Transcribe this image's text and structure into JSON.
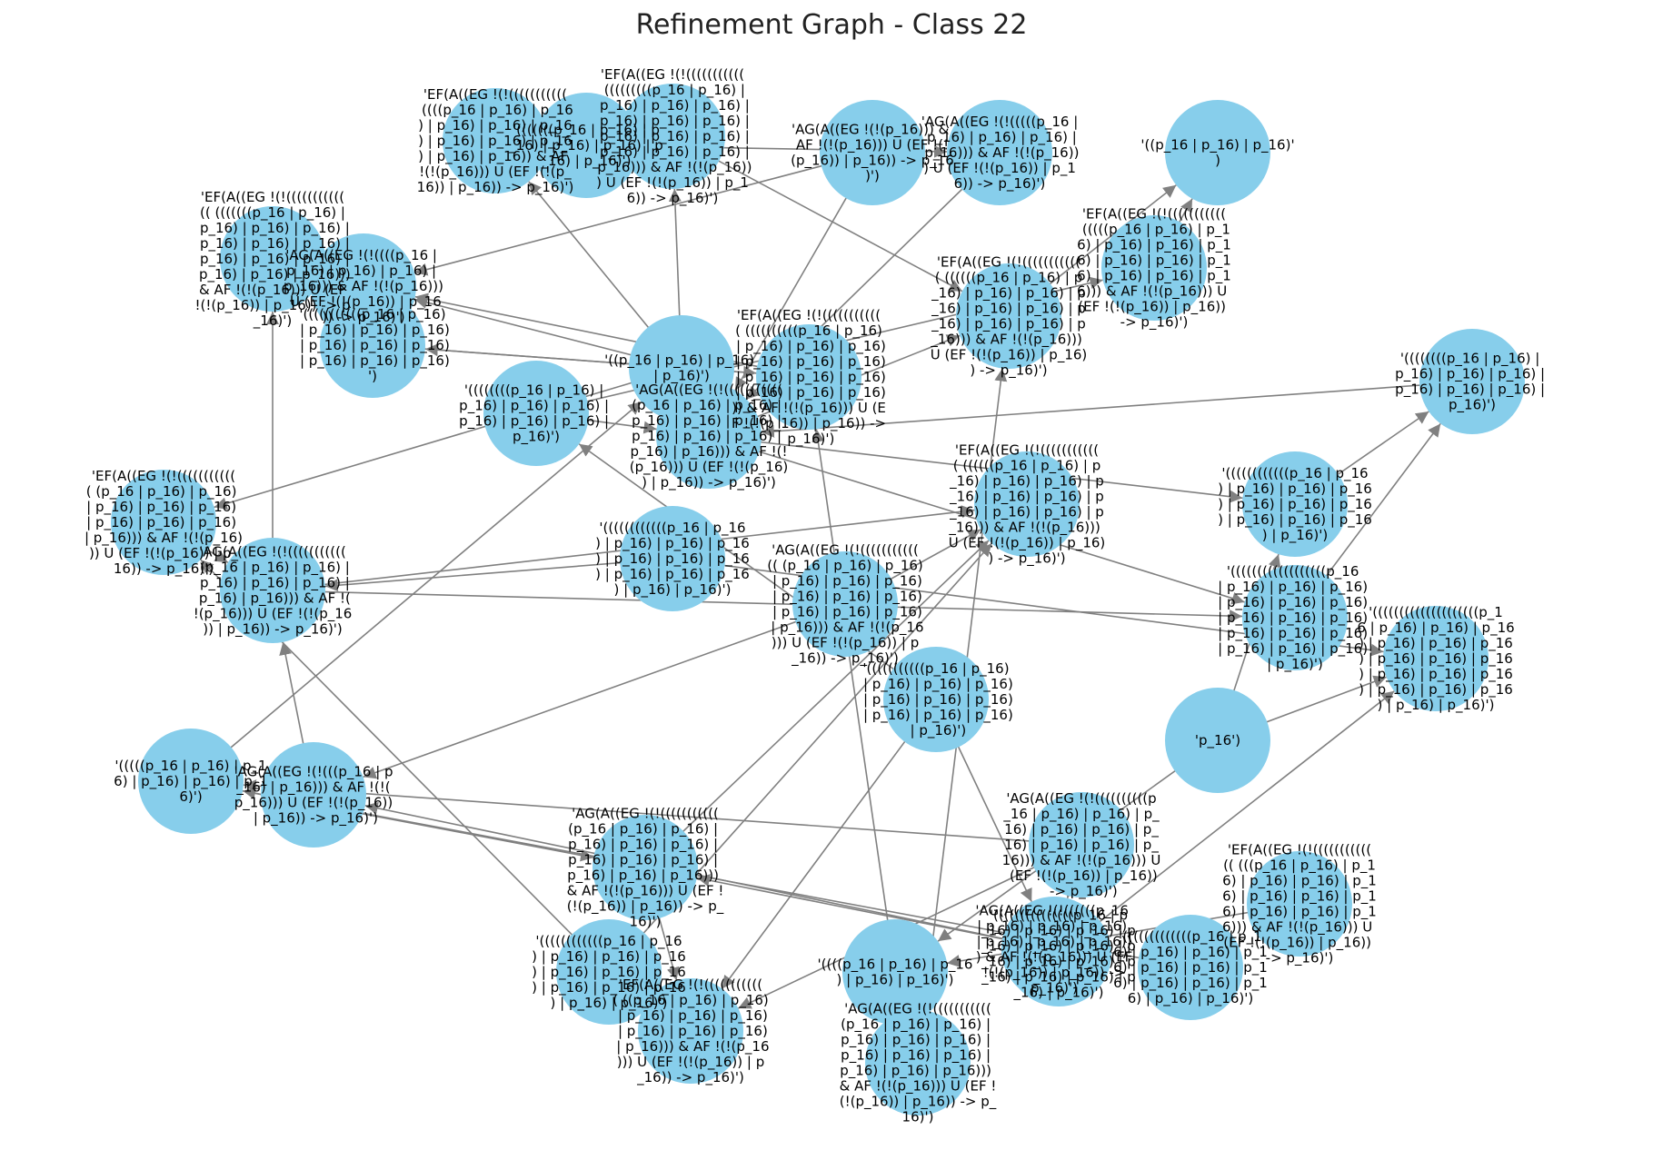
{
  "title": "Refinement Graph - Class 22",
  "style": {
    "node_color": "#87ceeb",
    "edge_color": "#808080",
    "label_color": "#000000"
  },
  "nodes": [
    {
      "id": "n_top_a",
      "label": "'EF(A((EG !(!((((((((((( ((((p_16 | p_16) | p_16) | p_16) | p_16) | p_16) | p_16) | p_16) | p_16) | p_16) | p_16)) & AF !(!(p_16))) U (EF !(!(p_16)) | p_16)) -> p_16)')"
    },
    {
      "id": "n_top_b",
      "label": "'EF(A((EG !(!((((((((((( (((((((((p_16 | p_16) | p_16) | p_16) | p_16) | p_16) | p_16) | p_16) | p_16) | p_16) | p_16) | p_16) | p_16) | p_16) | p_16))) & AF !(!(p_16))) U (EF !(!(p_16)) | p_16)) -> p_16)')"
    },
    {
      "id": "n_top_c",
      "label": "'(((((((p_16 | p_16) | p_16) | p_16) | p_16) | p_16) | p_16)')"
    },
    {
      "id": "n_top_d",
      "label": "'AG(A((EG !(!(p_16))) & AF !(!(p_16))) U (EF !(!(p_16)) | p_16)) -> p_16)')"
    },
    {
      "id": "n_top_e",
      "label": "'AG(A((EG !(!(((((p_16 | p_16) | p_16) | p_16) | p_16))) & AF !(!(p_16))) U (EF !(!(p_16)) | p_16)) -> p_16)')"
    },
    {
      "id": "n_top_f",
      "label": "'((p_16 | p_16) | p_16)')"
    },
    {
      "id": "n_left_a",
      "label": "'EF(A((EG !(!((((((((((((( (((((((p_16 | p_16) | p_16) | p_16) | p_16) | p_16) | p_16) | p_16) | p_16) | p_16) | p_16) | p_16) | p_16) | p_16))) & AF !(!(p_16))) U (EF !(!(p_16)) | p_16)) -> p_16)')"
    },
    {
      "id": "n_left_b",
      "label": "'AG(A((EG !(!((((p_16 | p_16) | p_16) | p_16) | p_16))) & AF !(!(p_16))) U (EF !(!(p_16)) | p_16)) -> p_16)')"
    },
    {
      "id": "n_mid_a",
      "label": "'((p_16 | p_16) | p_16) | p_16)')"
    },
    {
      "id": "n_mid_b",
      "label": "'EF(A((EG !(!(((((((((((( ((((((p_16 | p_16) | p_16) | p_16) | p_16) | p_16) | p_16) | p_16) | p_16) | p_16) | p_16) | p_16))) & AF !(!(p_16))) U (EF !(!(p_16)) | p_16)) -> p_16)')"
    },
    {
      "id": "n_mid_c",
      "label": "'((((((((p_16 | p_16) | p_16) | p_16) | p_16) | p_16) | p_16) | p_16) | p_16)')"
    },
    {
      "id": "n_mid_d",
      "label": "'EF(A((EG !(!(((((((((((( ((((((((((p_16 | p_16) | p_16) | p_16) | p_16) | p_16) | p_16) | p_16) | p_16) | p_16) | p_16) | p_16) | p_16) | p_16))) & AF !(!(p_16))) U (EF !(!(p_16)) | p_16)) -> p_16)')"
    },
    {
      "id": "n_right_a",
      "label": "'EF(A((EG !(!((((((((((( (((((p_16 | p_16) | p_16) | p_16) | p_16) | p_16) | p_16) | p_16) | p_16) | p_16) | p_16) | p_16))) & AF !(!(p_16))) U (EF !(!(p_16)) | p_16)) -> p_16)')"
    },
    {
      "id": "n_right_b",
      "label": "'((((((((p_16 | p_16) | p_16) | p_16) | p_16) | p_16) | p_16) | p_16) | p_16)')"
    },
    {
      "id": "n_left_c",
      "label": "'(((((((((((p_16 | p_16) | p_16) | p_16) | p_16) | p_16) | p_16) | p_16) | p_16) | p_16) | p_16)')"
    },
    {
      "id": "n_center",
      "label": "'AG(A((EG !(!((((((((((((p_16 | p_16) | p_16) | p_16) | p_16) | p_16) | p_16) | p_16) | p_16) | p_16) | p_16))) & AF !(!(p_16))) U (EF !(!(p_16)) | p_16)) -> p_16)')"
    },
    {
      "id": "n_far_left",
      "label": "'EF(A((EG !(!(((((((((((( (p_16 | p_16) | p_16) | p_16) | p_16) | p_16) | p_16) | p_16) | p_16) | p_16))) & AF !(!(p_16))) U (EF !(!(p_16)) | p_16)) -> p_16)')"
    },
    {
      "id": "n_left_d",
      "label": "'AG(A((EG !(!((((((((((( (p_16 | p_16) | p_16) | p_16) | p_16) | p_16) | p_16) | p_16))) & AF !(!(p_16))) U (EF !(!(p_16)) | p_16)) -> p_16)')"
    },
    {
      "id": "n_mid_e",
      "label": "'((((((((((((p_16 | p_16) | p_16) | p_16) | p_16) | p_16) | p_16) | p_16) | p_16) | p_16) | p_16) | p_16) | p_16)')"
    },
    {
      "id": "n_mid_f",
      "label": "'AG(A((EG !(!((((((((((((( (p_16 | p_16) | p_16) | p_16) | p_16) | p_16) | p_16) | p_16) | p_16) | p_16) | p_16) | p_16) | p_16))) & AF !(!(p_16))) U (EF !(!(p_16)) | p_16)) -> p_16)')"
    },
    {
      "id": "n_mid_g",
      "label": "'EF(A((EG !(!(((((((((((( ((((((p_16 | p_16) | p_16) | p_16) | p_16) | p_16) | p_16) | p_16) | p_16) | p_16) | p_16) | p_16))) & AF !(!(p_16))) U (EF !(!(p_16)) | p_16)) -> p_16)')"
    },
    {
      "id": "n_right_c",
      "label": "'((((((((((((p_16 | p_16) | p_16) | p_16) | p_16) | p_16) | p_16) | p_16) | p_16) | p_16) | p_16) | p_16)')"
    },
    {
      "id": "n_right_d",
      "label": "'((((((((((((((((((p_16 | p_16) | p_16) | p_16) | p_16) | p_16) | p_16) | p_16) | p_16) | p_16) | p_16) | p_16) | p_16) | p_16) | p_16) | p_16) | p_16)')"
    },
    {
      "id": "n_right_e",
      "label": "'((((((((((((((((((((p_16 | p_16) | p_16) | p_16) | p_16) | p_16) | p_16) | p_16) | p_16) | p_16) | p_16) | p_16) | p_16) | p_16) | p_16) | p_16) | p_16) | p_16)')"
    },
    {
      "id": "n_center_low",
      "label": "'(((((((((((p_16 | p_16) | p_16) | p_16) | p_16) | p_16) | p_16) | p_16) | p_16) | p_16) | p_16) | p_16)')"
    },
    {
      "id": "n_p16",
      "label": "'p_16')"
    },
    {
      "id": "n_left_e",
      "label": "'(((((p_16 | p_16) | p_16) | p_16) | p_16) | p_16)')"
    },
    {
      "id": "n_left_f",
      "label": "'AG(A((EG !(!(((p_16 | p_16) | p_16))) & AF !(!(p_16))) U (EF !(!(p_16)) | p_16)) -> p_16)')"
    },
    {
      "id": "n_bot_a",
      "label": "'AG(A((EG !(!((((((((((p_16 | p_16) | p_16) | p_16) | p_16) | p_16) | p_16) | p_16) | p_16) | p_16))) & AF !(!(p_16))) U (EF !(!(p_16)) | p_16)) -> p_16)')"
    },
    {
      "id": "n_bot_b",
      "label": "'AG(A((EG !(!((((((((((((p_16 | p_16) | p_16) | p_16) | p_16) | p_16) | p_16) | p_16) | p_16) | p_16) | p_16) | p_16))) & AF !(!(p_16))) U (EF !(!(p_16)) | p_16)) -> p_16)')"
    },
    {
      "id": "n_right_f",
      "label": "'AG(A((EG !(!((((((p_16 | p_16) | p_16) | p_16) | p_16) | p_16) | p_16))) & AF !(!(p_16))) U (EF !(!(p_16)) | p_16)) -> p_16)')"
    },
    {
      "id": "n_right_g",
      "label": "'EF(A((EG !(!((((((((((((( (((p_16 | p_16) | p_16) | p_16) | p_16) | p_16) | p_16) | p_16) | p_16) | p_16) | p_16) | p_16))) & AF !(!(p_16))) U (EF !(!(p_16)) | p_16)) -> p_16)')"
    },
    {
      "id": "n_bot_c",
      "label": "'((((p_16 | p_16) | p_16) | p_16) | p_16)')"
    },
    {
      "id": "n_bot_d",
      "label": "'((((((((((((p_16 | p_16) | p_16) | p_16) | p_16) | p_16) | p_16) | p_16) | p_16) | p_16) | p_16) | p_16) | p_16)')"
    },
    {
      "id": "n_bot_e",
      "label": "'EF(A((EG !(!(((((((((((( ((p_16 | p_16) | p_16) | p_16) | p_16) | p_16) | p_16) | p_16) | p_16) | p_16))) & AF !(!(p_16))) U (EF !(!(p_16)) | p_16)) -> p_16)')"
    },
    {
      "id": "n_bot_f",
      "label": "'(((((((((((((p_16 | p_16) | p_16) | p_16) | p_16) | p_16) | p_16) | p_16) | p_16) | p_16) | p_16) | p_16) | p_16)')"
    },
    {
      "id": "n_bot_g",
      "label": "'AG(A((EG !(!((((((((((((p_16 | p_16) | p_16) | p_16) | p_16) | p_16) | p_16) | p_16) | p_16) | p_16) | p_16) | p_16))) & AF !(!(p_16))) U (EF !(!(p_16)) | p_16)) -> p_16)')"
    },
    {
      "id": "n_bot_h",
      "label": "'(((((((((((((((p_16 | p_16) | p_16) | p_16) | p_16) | p_16) | p_16) | p_16) | p_16) | p_16) | p_16) | p_16) | p_16) | p_16) | p_16)')"
    }
  ],
  "edges": [
    [
      "n_mid_a",
      "n_top_a"
    ],
    [
      "n_mid_a",
      "n_left_b"
    ],
    [
      "n_mid_a",
      "n_far_left"
    ],
    [
      "n_mid_a",
      "n_top_b"
    ],
    [
      "n_top_d",
      "n_left_b"
    ],
    [
      "n_top_d",
      "n_center"
    ],
    [
      "n_top_e",
      "n_center"
    ],
    [
      "n_top_b",
      "n_mid_b"
    ],
    [
      "n_mid_b",
      "n_top_f"
    ],
    [
      "n_mid_c",
      "n_center"
    ],
    [
      "n_mid_c",
      "n_right_a"
    ],
    [
      "n_mid_d",
      "n_left_b"
    ],
    [
      "n_mid_d",
      "n_left_c"
    ],
    [
      "n_right_a",
      "n_top_f"
    ],
    [
      "n_center",
      "n_right_c"
    ],
    [
      "n_center",
      "n_right_d"
    ],
    [
      "n_center",
      "n_mid_b"
    ],
    [
      "n_left_d",
      "n_left_a"
    ],
    [
      "n_left_d",
      "n_right_d"
    ],
    [
      "n_left_d",
      "n_mid_g"
    ],
    [
      "n_mid_e",
      "n_left_d"
    ],
    [
      "n_mid_e",
      "n_right_e"
    ],
    [
      "n_mid_f",
      "n_left_f"
    ],
    [
      "n_mid_f",
      "n_mid_g"
    ],
    [
      "n_right_b",
      "n_center"
    ],
    [
      "n_center_low",
      "n_right_f"
    ],
    [
      "n_center_low",
      "n_bot_e"
    ],
    [
      "n_center_low",
      "n_mid_c"
    ],
    [
      "n_p16",
      "n_right_c"
    ],
    [
      "n_p16",
      "n_right_e"
    ],
    [
      "n_p16",
      "n_bot_c"
    ],
    [
      "n_left_e",
      "n_mid_a"
    ],
    [
      "n_left_e",
      "n_bot_b"
    ],
    [
      "n_left_f",
      "n_left_d"
    ],
    [
      "n_bot_a",
      "n_left_e"
    ],
    [
      "n_bot_a",
      "n_right_f"
    ],
    [
      "n_bot_a",
      "n_bot_e"
    ],
    [
      "n_bot_b",
      "n_bot_e"
    ],
    [
      "n_bot_b",
      "n_mid_g"
    ],
    [
      "n_right_f",
      "n_bot_b"
    ],
    [
      "n_right_f",
      "n_left_f"
    ],
    [
      "n_right_g",
      "n_bot_c"
    ],
    [
      "n_bot_d",
      "n_far_left"
    ],
    [
      "n_bot_d",
      "n_mid_g"
    ],
    [
      "n_bot_c",
      "n_mid_d"
    ],
    [
      "n_bot_f",
      "n_left_e"
    ],
    [
      "n_bot_g",
      "n_mid_b"
    ],
    [
      "n_bot_h",
      "n_right_e"
    ],
    [
      "n_right_c",
      "n_right_b"
    ],
    [
      "n_right_d",
      "n_right_b"
    ],
    [
      "n_top_c",
      "n_top_e"
    ],
    [
      "n_left_c",
      "n_mid_d"
    ],
    [
      "n_far_left",
      "n_left_d"
    ]
  ]
}
